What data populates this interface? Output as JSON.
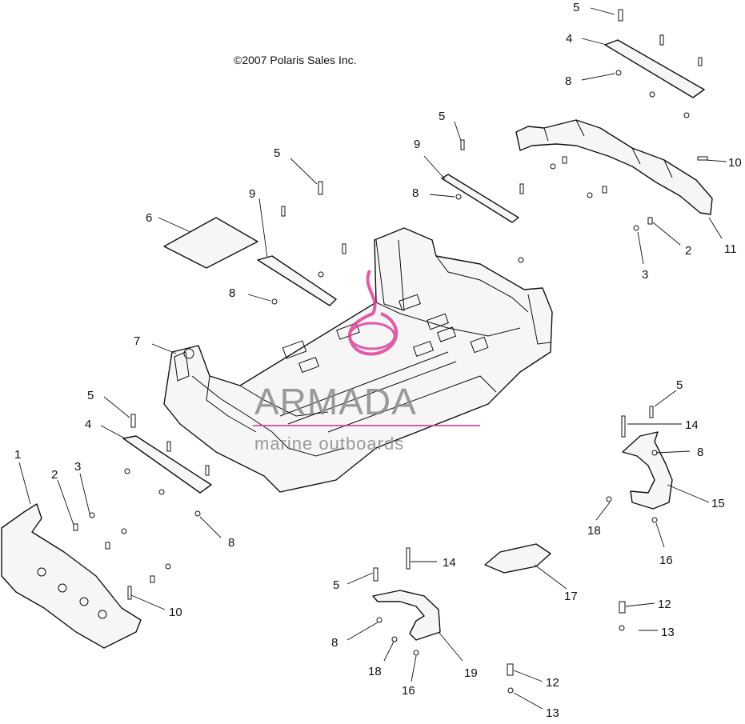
{
  "copyright": "©2007 Polaris Sales Inc.",
  "watermark": {
    "brand": "ARMADA",
    "tagline": "marine outboards",
    "brand_color": "#8a8a8a",
    "accent_color": "#e0409a"
  },
  "callouts": {
    "c1": "1",
    "c2a": "2",
    "c2b": "2",
    "c3a": "3",
    "c3b": "3",
    "c4a": "4",
    "c4b": "4",
    "c5a": "5",
    "c5b": "5",
    "c5c": "5",
    "c5d": "5",
    "c5e": "5",
    "c5f": "5",
    "c6": "6",
    "c7": "7",
    "c8a": "8",
    "c8b": "8",
    "c8c": "8",
    "c8d": "8",
    "c8e": "8",
    "c8f": "8",
    "c9a": "9",
    "c9b": "9",
    "c10a": "10",
    "c10b": "10",
    "c11": "11",
    "c12a": "12",
    "c12b": "12",
    "c13a": "13",
    "c13b": "13",
    "c14a": "14",
    "c14b": "14",
    "c15": "15",
    "c16a": "16",
    "c16b": "16",
    "c17": "17",
    "c18a": "18",
    "c18b": "18",
    "c19": "19"
  }
}
